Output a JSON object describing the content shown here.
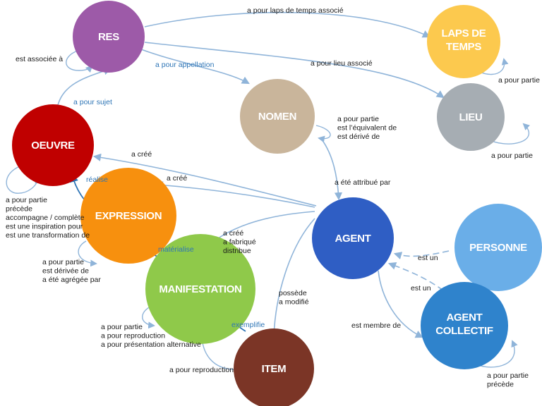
{
  "nodes": {
    "res": {
      "label": [
        "RES"
      ],
      "color": "#9d5aa8"
    },
    "laps": {
      "label": [
        "LAPS DE",
        "TEMPS"
      ],
      "color": "#fcc94e"
    },
    "nomen": {
      "label": [
        "NOMEN"
      ],
      "color": "#c9b59b"
    },
    "lieu": {
      "label": [
        "LIEU"
      ],
      "color": "#a6adb3"
    },
    "oeuvre": {
      "label": [
        "OEUVRE"
      ],
      "color": "#c00000"
    },
    "expression": {
      "label": [
        "EXPRESSION"
      ],
      "color": "#f7900e"
    },
    "agent": {
      "label": [
        "AGENT"
      ],
      "color": "#2f5ec4"
    },
    "personne": {
      "label": [
        "PERSONNE"
      ],
      "color": "#6aaee8"
    },
    "manifestation": {
      "label": [
        "MANIFESTATION"
      ],
      "color": "#8fc94a"
    },
    "agent_collectif": {
      "label": [
        "AGENT",
        "COLLECTIF"
      ],
      "color": "#2f83cc"
    },
    "item": {
      "label": [
        "ITEM"
      ],
      "color": "#7b3526"
    }
  },
  "edge_labels": {
    "res_laps": [
      "a pour laps de temps associé"
    ],
    "res_self": [
      "est associée à"
    ],
    "res_nomen": [
      "a pour appellation"
    ],
    "res_lieu": [
      "a pour lieu associé"
    ],
    "laps_self": [
      "a pour partie"
    ],
    "lieu_self": [
      "a pour partie"
    ],
    "nomen_self": [
      "a pour partie",
      "est l’équivalent de",
      "est dérivé de"
    ],
    "oeuvre_res": [
      "a pour sujet"
    ],
    "agent_oeuvre": [
      "a créé"
    ],
    "agent_expression": [
      "a créé"
    ],
    "expression_oeuvre": [
      "réalise"
    ],
    "oeuvre_self": [
      "a pour partie",
      "précède",
      "accompagne / complète",
      "est une inspiration  pour",
      "est une transformation  de"
    ],
    "nomen_agent": [
      "a été attribué par"
    ],
    "agent_manifestation": [
      "a créé",
      "a fabriqué",
      "distribue"
    ],
    "manifestation_expression": [
      "matérialise"
    ],
    "expression_self": [
      "a pour partie",
      "est dérivée de",
      "a été agrégée par"
    ],
    "personne_agent": [
      "est un"
    ],
    "collectif_agent": [
      "est un"
    ],
    "agent_item": [
      "possède",
      "a modifié"
    ],
    "agent_collectif": [
      "est membre de"
    ],
    "item_manifestation": [
      "exemplifie"
    ],
    "manifestation_self": [
      "a pour partie",
      "a pour reproduction",
      "a pour présentation alternative"
    ],
    "item_self": [
      "a pour reproduction"
    ],
    "collectif_self": [
      "a pour partie",
      "précède"
    ]
  }
}
